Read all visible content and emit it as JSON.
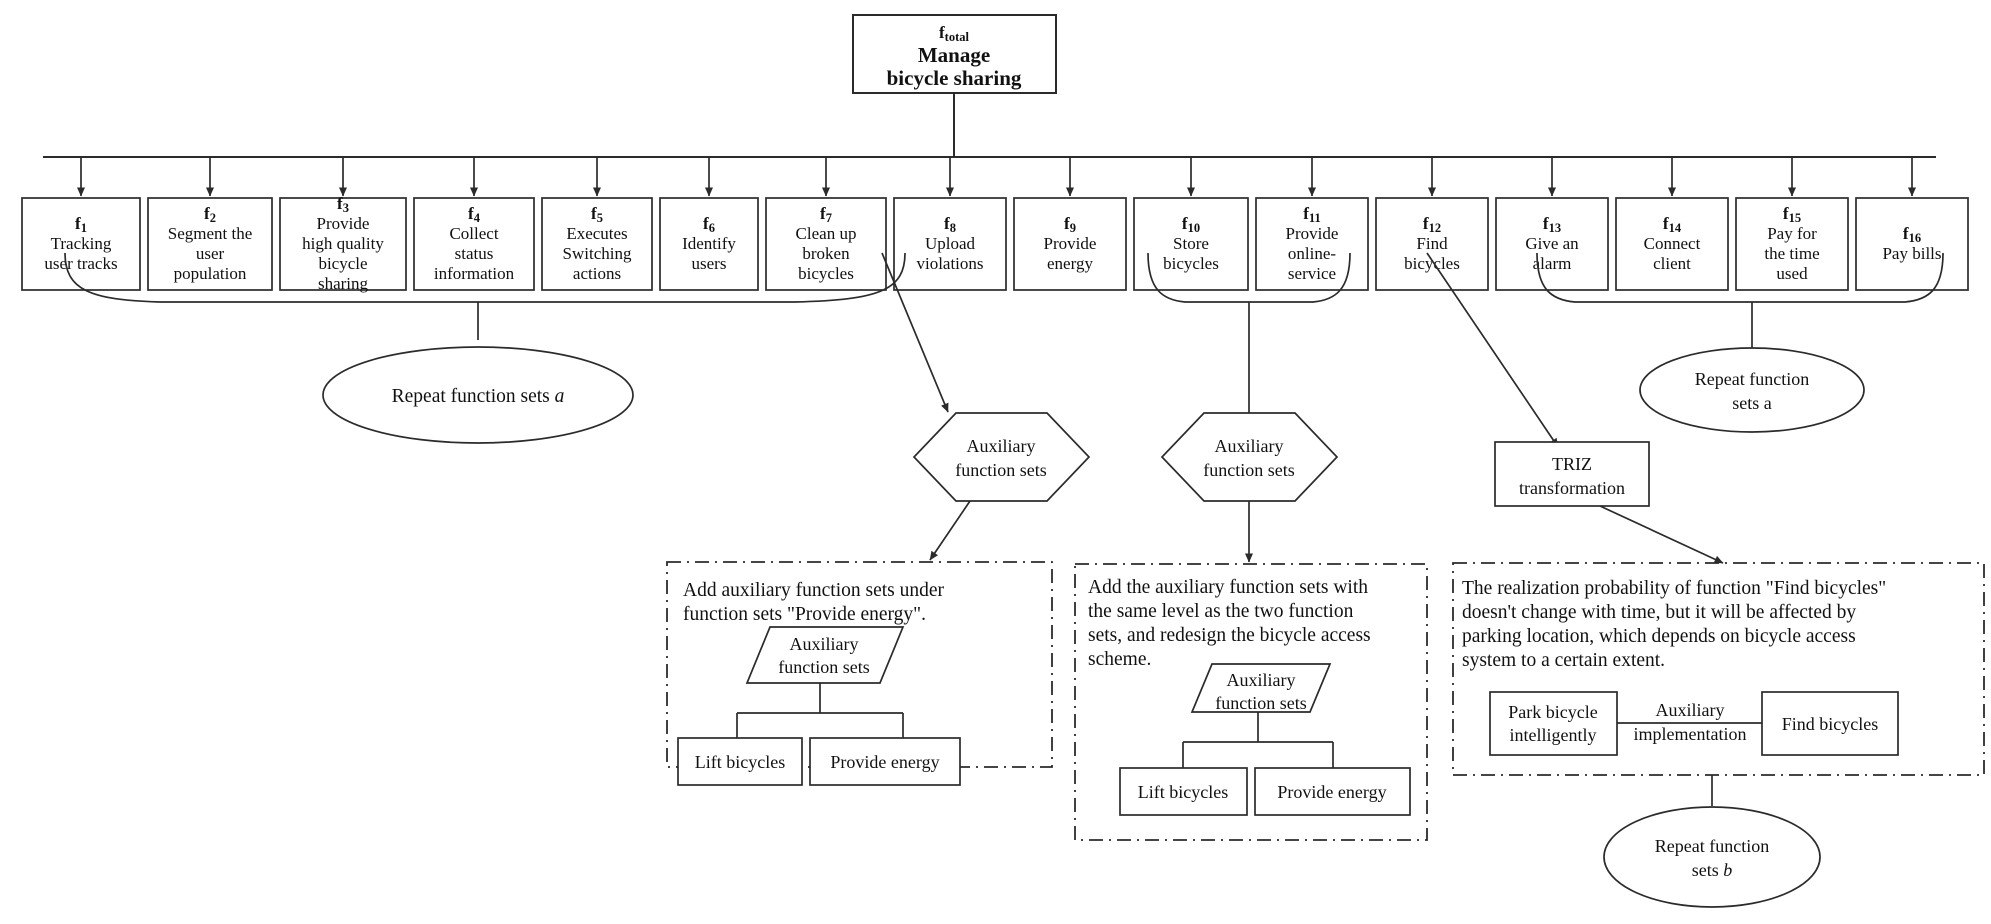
{
  "diagram": {
    "title": "Function tree for managing bicycle sharing",
    "root": {
      "id_label": "f",
      "id_sub": "total",
      "line1": "Manage",
      "line2": "bicycle sharing"
    },
    "functions": [
      {
        "id": "f",
        "sub": "1",
        "lines": [
          "Tracking",
          "user tracks"
        ]
      },
      {
        "id": "f",
        "sub": "2",
        "lines": [
          "Segment the",
          "user",
          "population"
        ]
      },
      {
        "id": "f",
        "sub": "3",
        "lines": [
          "Provide",
          "high quality",
          "bicycle",
          "sharing"
        ]
      },
      {
        "id": "f",
        "sub": "4",
        "lines": [
          "Collect",
          "status",
          "information"
        ]
      },
      {
        "id": "f",
        "sub": "5",
        "lines": [
          "Executes",
          "Switching",
          "actions"
        ]
      },
      {
        "id": "f",
        "sub": "6",
        "lines": [
          "Identify",
          "users"
        ]
      },
      {
        "id": "f",
        "sub": "7",
        "lines": [
          "Clean up",
          "broken",
          "bicycles"
        ]
      },
      {
        "id": "f",
        "sub": "8",
        "lines": [
          "Upload",
          "violations"
        ]
      },
      {
        "id": "f",
        "sub": "9",
        "lines": [
          "Provide",
          "energy"
        ]
      },
      {
        "id": "f",
        "sub": "10",
        "lines": [
          "Store",
          "bicycles"
        ]
      },
      {
        "id": "f",
        "sub": "11",
        "lines": [
          "Provide",
          "online-",
          "service"
        ]
      },
      {
        "id": "f",
        "sub": "12",
        "lines": [
          "Find",
          "bicycles"
        ]
      },
      {
        "id": "f",
        "sub": "13",
        "lines": [
          "Give an",
          "alarm"
        ]
      },
      {
        "id": "f",
        "sub": "14",
        "lines": [
          "Connect",
          "client"
        ]
      },
      {
        "id": "f",
        "sub": "15",
        "lines": [
          "Pay for",
          "the time",
          "used"
        ]
      },
      {
        "id": "f",
        "sub": "16",
        "lines": [
          "Pay bills"
        ]
      }
    ],
    "repeat_a_left": {
      "text": "Repeat function sets ",
      "italic": "a"
    },
    "repeat_a_right": {
      "line1": "Repeat function",
      "line2": "sets a"
    },
    "repeat_b": {
      "line1": "Repeat function",
      "line2": "sets ",
      "italic": "b"
    },
    "hexagons": [
      {
        "line1": "Auxiliary",
        "line2": "function sets"
      },
      {
        "line1": "Auxiliary",
        "line2": "function sets"
      }
    ],
    "triz": {
      "line1": "TRIZ",
      "line2": "transformation"
    },
    "panels": [
      {
        "text_lines": [
          "Add    auxiliary    function    sets    under",
          "function sets \"Provide energy\"."
        ],
        "parallelogram": {
          "line1": "Auxiliary",
          "line2": "function sets"
        },
        "children": [
          "Lift bicycles",
          "Provide energy"
        ]
      },
      {
        "text_lines": [
          "Add the auxiliary function sets with",
          "the  same  level  as  the  two  function",
          "sets,  and  redesign  the  bicycle  access",
          "scheme."
        ],
        "parallelogram": {
          "line1": "Auxiliary",
          "line2": "function sets"
        },
        "children": [
          "Lift bicycles",
          "Provide energy"
        ]
      },
      {
        "text_lines": [
          "The realization probability of function \"Find bicycles\"",
          "doesn't  change  with  time,  but  it  will  be  affected  by",
          "parking  location,  which  depends  on  bicycle  access",
          "system to a certain extent."
        ],
        "relation_left": {
          "line1": "Park bicycle",
          "line2": "intelligently"
        },
        "relation_mid": {
          "line1": "Auxiliary",
          "line2": "implementation"
        },
        "relation_right": {
          "line1": "Find bicycles"
        }
      }
    ],
    "colors": {
      "stroke": "#2b2b2b",
      "fill": "#ffffff",
      "text": "#111111"
    }
  }
}
